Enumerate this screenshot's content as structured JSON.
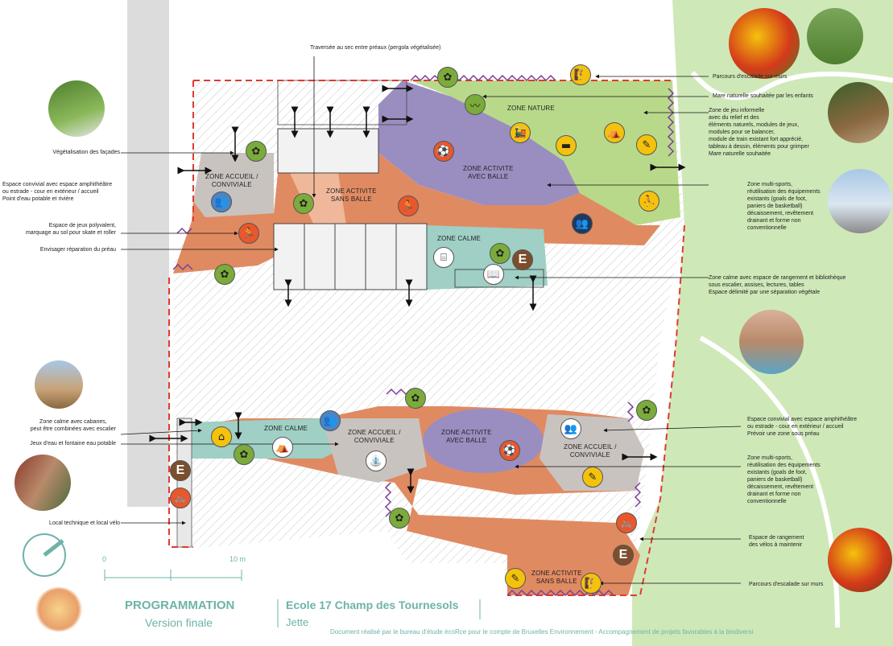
{
  "labels_left": {
    "facades": "Végétalisation des façades",
    "convivial": "Espace convivial avec espace amphithéâtre\nou estrade - cour en extérieur / accueil\nPoint d'eau potable et rivière",
    "jeux_polyvalent": "Espace de jeux polyvalent,\nmarquage au sol pour skate et roller",
    "preau": "Envisager réparation du préau",
    "zone_calme_cabanes": "Zone calme avec cabanes,\npeut être combinées avec escalier",
    "jeux_eau": "Jeux d'eau et fontaine eau potable",
    "local_technique": "Local technique et local vélo"
  },
  "labels_right": {
    "traversee": "Traversée au sec entre préaux (pergola végétalisée)",
    "escalade_top": "Parcours d'escalade sur murs",
    "mare": "Mare naturelle souhaitée par les enfants",
    "jeu_informel": "Zone de jeu informelle\navec du relief et des\néléments naturels, modules de jeux,\nmodules pour se balancer,\nmodule de train existant fort apprécié,\ntableau à dessin, éléments pour grimper\nMare naturelle souhaitée",
    "multisports_top": "Zone multi-sports,\nréutilisation des équipements\nexistants (goals de foot,\npaniers de basketball)\ndécaissement, revêtement\ndrainant et forme non\nconventionnelle",
    "calme_biblio": "Zone calme avec espace de rangement et bibliothèque\nsous escalier, assises, lectures, tables\nEspace délimité par une séparation végétale",
    "convivial_bottom": "Espace convivial avec espace amphithéâtre\nou estrade - cour en extérieur / accueil\nPrévoir une zone sous préau",
    "multisports_bottom": "Zone multi-sports,\nréutilisation des équipements\nexistants (goals de foot,\npaniers de basketball)\ndécaissement, revêtement\ndrainant et forme non\nconventionnelle",
    "rangement_velos": "Espace de rangement\ndes vélos à maintenir",
    "escalade_bottom": "Parcours d'escalade sur murs"
  },
  "zones": {
    "nature": "ZONE NATURE",
    "activite_balle_top": "ZONE ACTIVITE\nAVEC BALLE",
    "accueil_top": "ZONE ACCUEIL /\nCONVIVIALE",
    "activite_sans_balle_top": "ZONE ACTIVITE\nSANS BALLE",
    "calme_top": "ZONE CALME",
    "calme_bottom": "ZONE CALME",
    "accueil_bottom_left": "ZONE ACCUEIL /\nCONVIVIALE",
    "activite_balle_bottom": "ZONE ACTIVITE\nAVEC BALLE",
    "accueil_bottom_right": "ZONE ACCUEIL /\nCONVIVIALE",
    "activite_sans_balle_bottom": "ZONE ACTIVITE\nSANS BALLE"
  },
  "icons": {
    "E": "E"
  },
  "scale": {
    "zero": "0",
    "ten": "10 m"
  },
  "title": {
    "programmation": "PROGRAMMATION",
    "version": "Version finale",
    "school": "Ecole 17 Champ des Tournesols",
    "commune": "Jette"
  },
  "footer": "Document réalisé par le bureau d'étude écoRce pour le compte de Bruxelles Environnement - Accompagnement de projets favorables à la biodiversi",
  "colors": {
    "green_zone": "#b9d98a",
    "purple_zone": "#9a8ec0",
    "orange_zone": "#e08a62",
    "grey_zone": "#c9c3bf",
    "teal_zone": "#9fcfc5",
    "border_red": "#e03a2f",
    "title_teal": "#6db3a8"
  }
}
